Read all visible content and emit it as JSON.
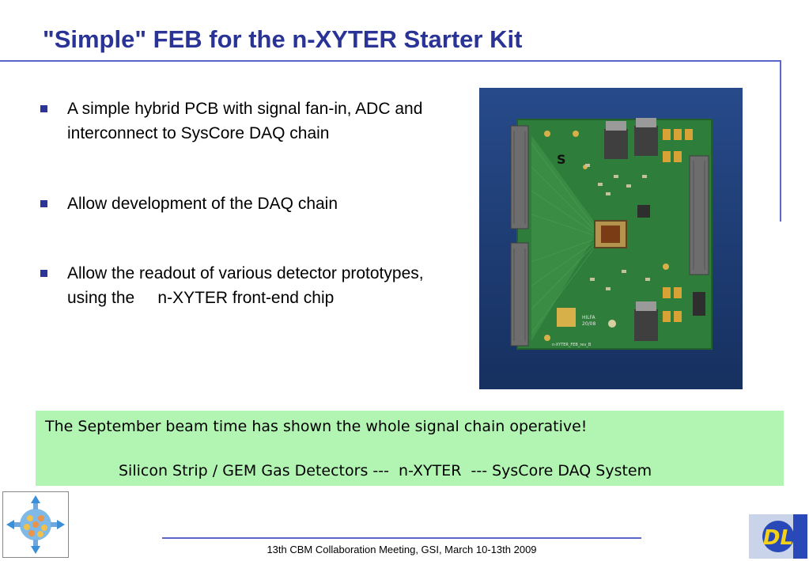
{
  "slide": {
    "title": "\"Simple\" FEB for the n-XYTER Starter Kit"
  },
  "bullets": [
    {
      "text": "A simple hybrid PCB with signal fan-in, ADC and interconnect to SysCore DAQ chain"
    },
    {
      "text": "Allow development of the DAQ chain"
    },
    {
      "text": "Allow the readout of various detector prototypes, using the     n-XYTER front-end chip"
    }
  ],
  "photo": {
    "pcb_label_1": "HILFA",
    "pcb_label_2": "20/08",
    "pcb_label_3": "n-XYTER_FEB_rev_B"
  },
  "note": {
    "line1": "The September beam time has shown the whole signal chain operative!",
    "line2": "Silicon Strip / GEM Gas Detectors ---  n-XYTER  --- SysCore DAQ System"
  },
  "footer": {
    "text": "13th CBM Collaboration Meeting, GSI, March 10-13th 2009"
  },
  "logos": {
    "right_text": "DL"
  },
  "colors": {
    "title": "#2a3496",
    "rule": "#5a66c8",
    "note_background": "#b2f5b2",
    "pcb_green": "#2f7d3a",
    "photo_background": "#1e3b75"
  }
}
